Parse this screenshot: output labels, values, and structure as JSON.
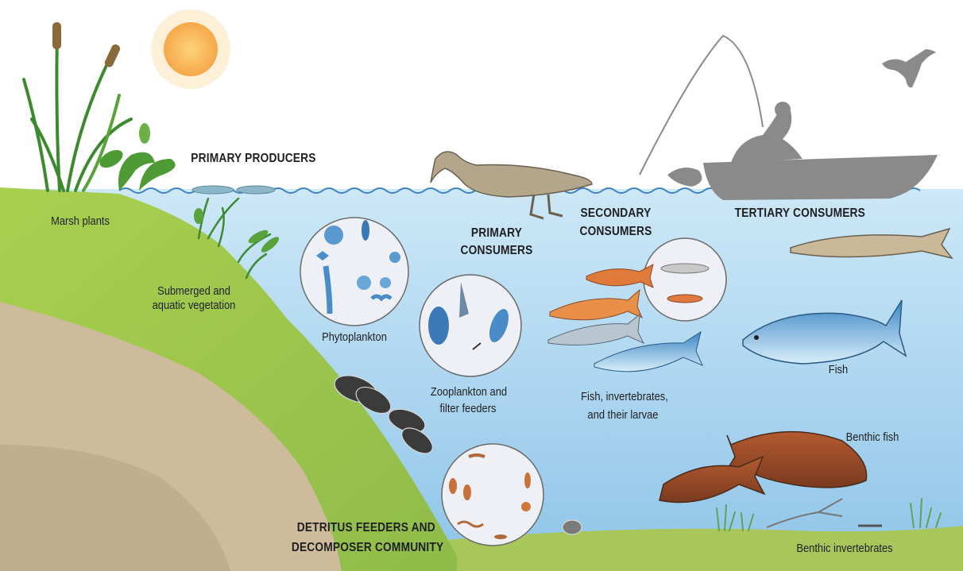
{
  "labels": {
    "primary_producers": "PRIMARY PRODUCERS",
    "marsh_plants": "Marsh plants",
    "submerged_1": "Submerged and",
    "submerged_2": "aquatic vegetation",
    "phytoplankton": "Phytoplankton",
    "primary_consumers_1": "PRIMARY",
    "primary_consumers_2": "CONSUMERS",
    "zooplankton_1": "Zooplankton and",
    "zooplankton_2": "filter feeders",
    "secondary_consumers_1": "SECONDARY",
    "secondary_consumers_2": "CONSUMERS",
    "secondary_fish_1": "Fish, invertebrates,",
    "secondary_fish_2": "and their larvae",
    "tertiary_consumers": "TERTIARY CONSUMERS",
    "fish": "Fish",
    "benthic_fish": "Benthic fish",
    "detritus_1": "DETRITUS FEEDERS AND",
    "detritus_2": "DECOMPOSER COMMUNITY",
    "benthic_invertebrates": "Benthic invertebrates"
  },
  "colors": {
    "water_top": "#c9e6f6",
    "water_bottom": "#86bfe6",
    "grass": "#9cc74a",
    "soil": "#cdbb9c",
    "silhouette": "#8a8a8a"
  }
}
